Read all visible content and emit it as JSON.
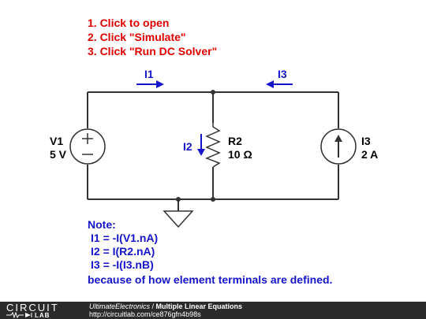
{
  "instructions": {
    "step1": "1. Click to open",
    "step2": "2. Click \"Simulate\"",
    "step3": "3. Click \"Run DC Solver\""
  },
  "circuit": {
    "current_labels": {
      "i1": "I1",
      "i3": "I3"
    },
    "v1": {
      "name": "V1",
      "value": "5 V"
    },
    "r2": {
      "name": "R2",
      "value": "10 Ω",
      "current_label": "I2"
    },
    "i3_source": {
      "name": "I3",
      "value": "2 A"
    }
  },
  "note": {
    "heading": "Note:",
    "line1": "I1 = -I(V1.nA)",
    "line2": "I2 = I(R2.nA)",
    "line3": "I3 = -I(I3.nB)",
    "line4": "because of how element terminals are defined."
  },
  "footer": {
    "logo_top": "CIRCUIT",
    "logo_bottom": "LAB",
    "author": "UltimateElectronics",
    "separator": " / ",
    "title": "Multiple Linear Equations",
    "url": "http://circuitlab.com/ce876gfn4b98s"
  },
  "colors": {
    "wire": "#333333",
    "instructions": "#e00000",
    "labels": "#1515cc",
    "footer_bg": "#2b2b2b"
  }
}
